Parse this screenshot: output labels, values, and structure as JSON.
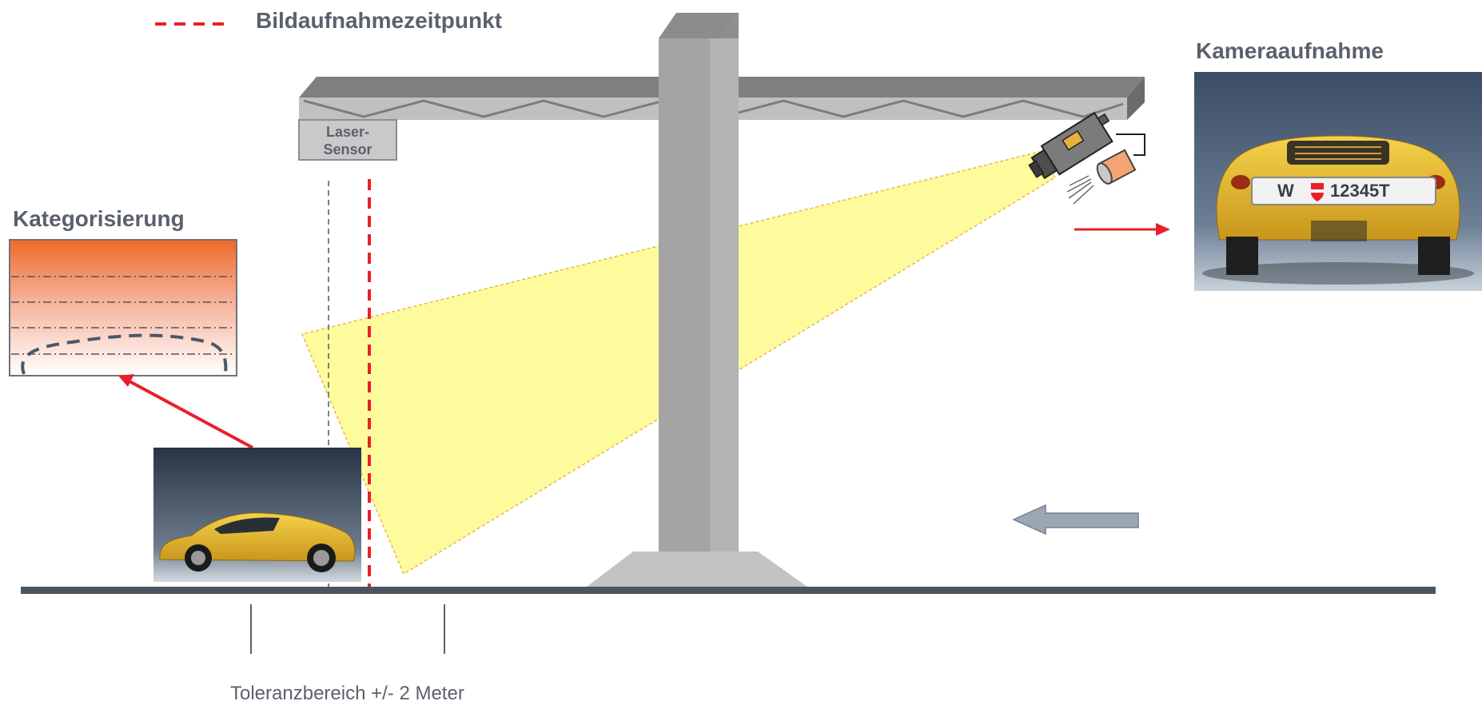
{
  "legend": {
    "label": "Bildaufnahmezeitpunkt",
    "line_color": "#e8202a"
  },
  "kategorisierung": {
    "title": "Kategorisierung"
  },
  "kameraaufnahme": {
    "title": "Kameraaufnahme"
  },
  "laser_sensor": {
    "line1": "Laser-",
    "line2": "Sensor"
  },
  "license_plate": {
    "city": "W",
    "number": "12345T"
  },
  "tolerance": {
    "label": "Toleranzbereich +/- 2 Meter"
  },
  "colors": {
    "accent_red": "#e8202a",
    "text_gray": "#5b616b",
    "beam_yellow": "#fdfb9c",
    "road": "#4a5561",
    "direction_arrow": "#9ba7b4"
  }
}
